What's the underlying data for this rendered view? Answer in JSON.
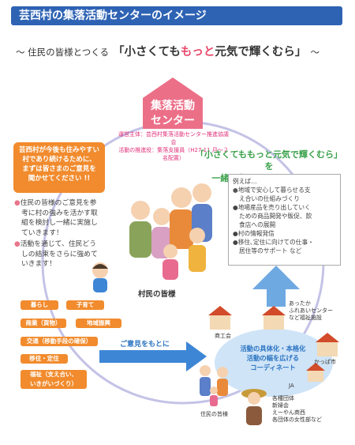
{
  "title": "芸西村の集落活動センターのイメージ",
  "subtitle": {
    "prefix": "～ 住民の皆様とつくる",
    "main_pre": "「小さくても",
    "main_emph": "もっと",
    "main_post": "元気で輝くむら」",
    "suffix": "～"
  },
  "center": {
    "name_line1": "集落活動",
    "name_line2": "センター",
    "operator": "運営主体：芸西村集落活動センター推進協議会",
    "promoter": "活動の推進役：集落支援員（H27.11 月～２名配置）"
  },
  "slogan": {
    "line1": "「小さくてももっと元気で輝くむら」を",
    "line2": "一緒に作っていきましょう !!"
  },
  "message_box": {
    "line1": "芸西村が今後も住みやすい",
    "line2": "村であり続けるために、",
    "line3": "まずは皆さまのご意見を",
    "line4": "聞かせてください !!"
  },
  "bullets": [
    [
      "住民の皆様のご意見を参",
      "考に村の強みを活かす取",
      "組を検討し一緒に実施し",
      "ていきます！"
    ],
    [
      "活動を通じて、住民どう",
      "しの結束をさらに強めて",
      "いきます！"
    ]
  ],
  "examples": {
    "heading": "例えば…",
    "items": [
      [
        "地域で安心して暮らせる支",
        "え合いの仕組みづくり"
      ],
      [
        "地場産品を売り出していく",
        "ための商品開発や販促、飲",
        "食店への展開"
      ],
      [
        "村の情報発信"
      ],
      [
        "移住､定住に向けての仕事・",
        "居住等のサポート など"
      ]
    ]
  },
  "villagers_label": "村民の皆様",
  "tags": [
    "暮らし",
    "子育て",
    "商業（買物）",
    "地域振興",
    "交通（移動手段の確保）",
    "移住・定住",
    "福祉（支え合い、",
    "いきがいづくり）"
  ],
  "opinion_arrow": "ご意見をもとに",
  "coordinate": {
    "line1": "活動の具体化・本格化",
    "line2": "活動の幅を広げる",
    "line3": "コーディネート"
  },
  "places": {
    "center": [
      "あったか",
      "ふれあいセンター",
      "など福祉施設"
    ],
    "shop": "商工会",
    "market": "かっぱ市",
    "ja": "JA"
  },
  "people_label": "住民の皆様",
  "groups": [
    "各種団体",
    "新婦会",
    "えーやん商西",
    "各団体の女性部など"
  ],
  "colors": {
    "banner": "#2e63b4",
    "house": "#ec6f88",
    "orange": "#f18b2d",
    "green": "#3aa14a",
    "arrow": "#3d86d6"
  }
}
